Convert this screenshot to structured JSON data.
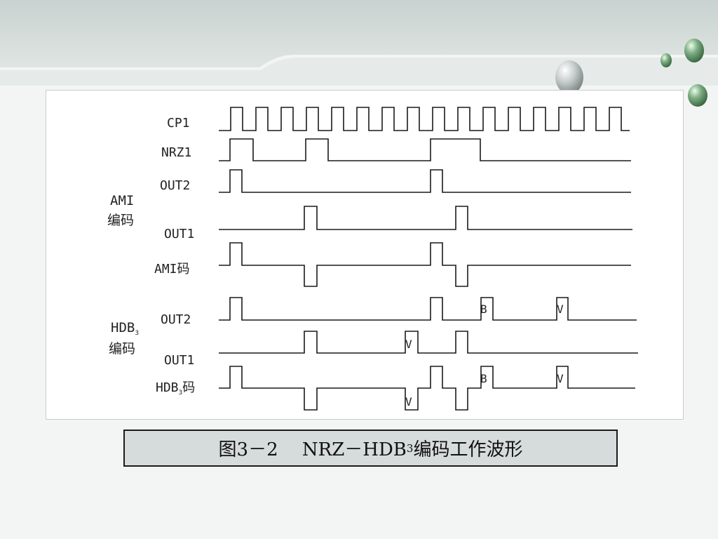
{
  "diagram": {
    "signal_labels": {
      "cp1": "CP1",
      "nrz1": "NRZ1",
      "ami_out2": "OUT2",
      "ami_out1": "OUT1",
      "ami_code": "AMI码",
      "hdb_out2": "OUT2",
      "hdb_out1": "OUT1",
      "hdb_code_prefix": "HDB",
      "hdb_code_sub": "3",
      "hdb_code_suffix": "码"
    },
    "groups": {
      "ami_line1": "AMI",
      "ami_line2": "编码",
      "hdb_line1_prefix": "HDB",
      "hdb_line1_sub": "3",
      "hdb_line2": "编码"
    },
    "marks": {
      "b": "B",
      "v": "V"
    }
  },
  "caption": {
    "prefix": "图3－2　 NRZ－HDB",
    "sub": "3",
    "suffix": "编码工作波形"
  },
  "colors": {
    "caption_bg": "#d6dcdb",
    "wave": "#1a1a1a"
  }
}
